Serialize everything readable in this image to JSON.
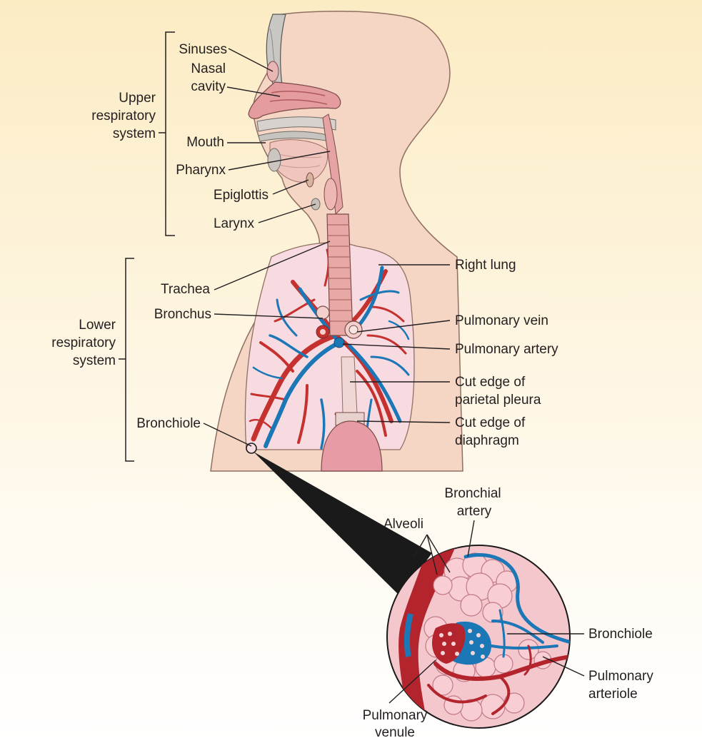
{
  "groups": {
    "upper": [
      "Upper",
      "respiratory",
      "system"
    ],
    "lower": [
      "Lower",
      "respiratory",
      "system"
    ]
  },
  "labels": {
    "sinuses": "Sinuses",
    "nasal_cavity": [
      "Nasal",
      "cavity"
    ],
    "mouth": "Mouth",
    "pharynx": "Pharynx",
    "epiglottis": "Epiglottis",
    "larynx": "Larynx",
    "trachea": "Trachea",
    "bronchus": "Bronchus",
    "bronchiole_main": "Bronchiole",
    "right_lung": "Right lung",
    "pulmonary_vein": "Pulmonary vein",
    "pulmonary_artery": "Pulmonary artery",
    "parietal_pleura": [
      "Cut edge of",
      "parietal pleura"
    ],
    "diaphragm": [
      "Cut edge of",
      "diaphragm"
    ],
    "bronchial_artery": [
      "Bronchial",
      "artery"
    ],
    "alveoli": "Alveoli",
    "bronchiole_inset": "Bronchiole",
    "pulmonary_arteriole": [
      "Pulmonary",
      "arteriole"
    ],
    "pulmonary_venule": [
      "Pulmonary",
      "venule"
    ]
  },
  "colors": {
    "skin": "#f5d6c4",
    "lung": "#f7dbe0",
    "artery_red": "#c5312f",
    "vein_blue": "#1b77b5",
    "trachea": "#e8a9a6",
    "inset_bg": "#f4c7cd",
    "alveoli": "#f8cdd3",
    "callout_black": "#1a1a1a"
  }
}
